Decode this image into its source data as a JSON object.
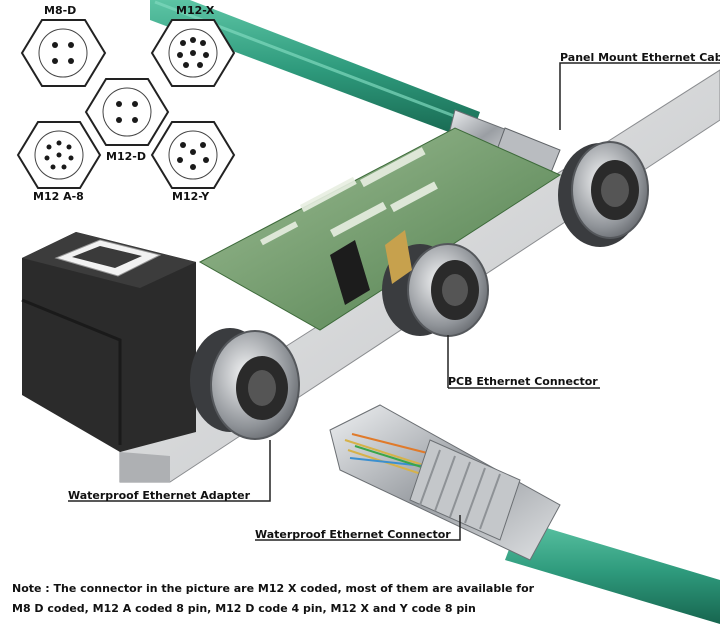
{
  "pinout_labels": {
    "m8_d": "M8-D",
    "m12_x": "M12-X",
    "m12_d": "M12-D",
    "m12_a8": "M12 A-8",
    "m12_y": "M12-Y"
  },
  "callouts": {
    "panel_mount": "Panel Mount Ethernet Cable",
    "pcb": "PCB Ethernet Connector",
    "adapter": "Waterproof Ethernet Adapter",
    "connector": "Waterproof Ethernet Connector"
  },
  "note": {
    "line1": "Note : The connector in the picture are M12 X coded, most of them are available for",
    "line2": "M8 D coded, M12 A coded 8 pin, M12 D code 4 pin, M12 X and Y code 8 pin"
  },
  "colors": {
    "cable": "#2e9a7c",
    "panel": "#d9dadc",
    "pcb": "#5f8e5c",
    "housing": "#2b2b2b",
    "metal": "#b9bcc0"
  }
}
